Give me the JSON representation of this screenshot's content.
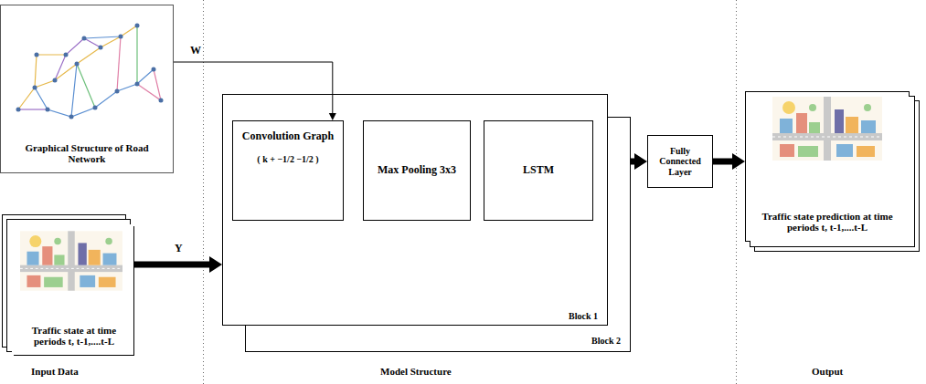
{
  "diagram": {
    "nodes": [
      {
        "text": [
          "Graphical Structure of Road Network"
        ]
      },
      {
        "text": [
          "Traffic state at time periods t, t-1,....t-L"
        ]
      },
      {
        "text": [
          "Block 1"
        ]
      },
      {
        "text": [
          "Convolution Graph",
          "( k + −1/2 −1/2 )"
        ],
        "in": 2
      },
      {
        "text": [
          "Max Pooling 3x3"
        ],
        "in": 2
      },
      {
        "text": [
          "LSTM"
        ],
        "in": 2
      },
      {
        "text": [
          "Block 2"
        ]
      },
      {
        "text": [
          "Fully Connected Layer"
        ]
      },
      {
        "text": [
          "Traffic state prediction at time periods t, t-1,....t-L"
        ]
      }
    ],
    "edges": [
      {
        "from": 0,
        "to": 3,
        "arrow": "to",
        "label": "W"
      },
      {
        "from": 1,
        "to": 2,
        "arrow": "to",
        "label": "Y"
      },
      {
        "from": 6,
        "to": 7,
        "arrow": "to"
      },
      {
        "from": 7,
        "to": 8,
        "arrow": "to"
      }
    ],
    "labels": [
      "Input Data",
      "Model Structure",
      "Output"
    ]
  }
}
